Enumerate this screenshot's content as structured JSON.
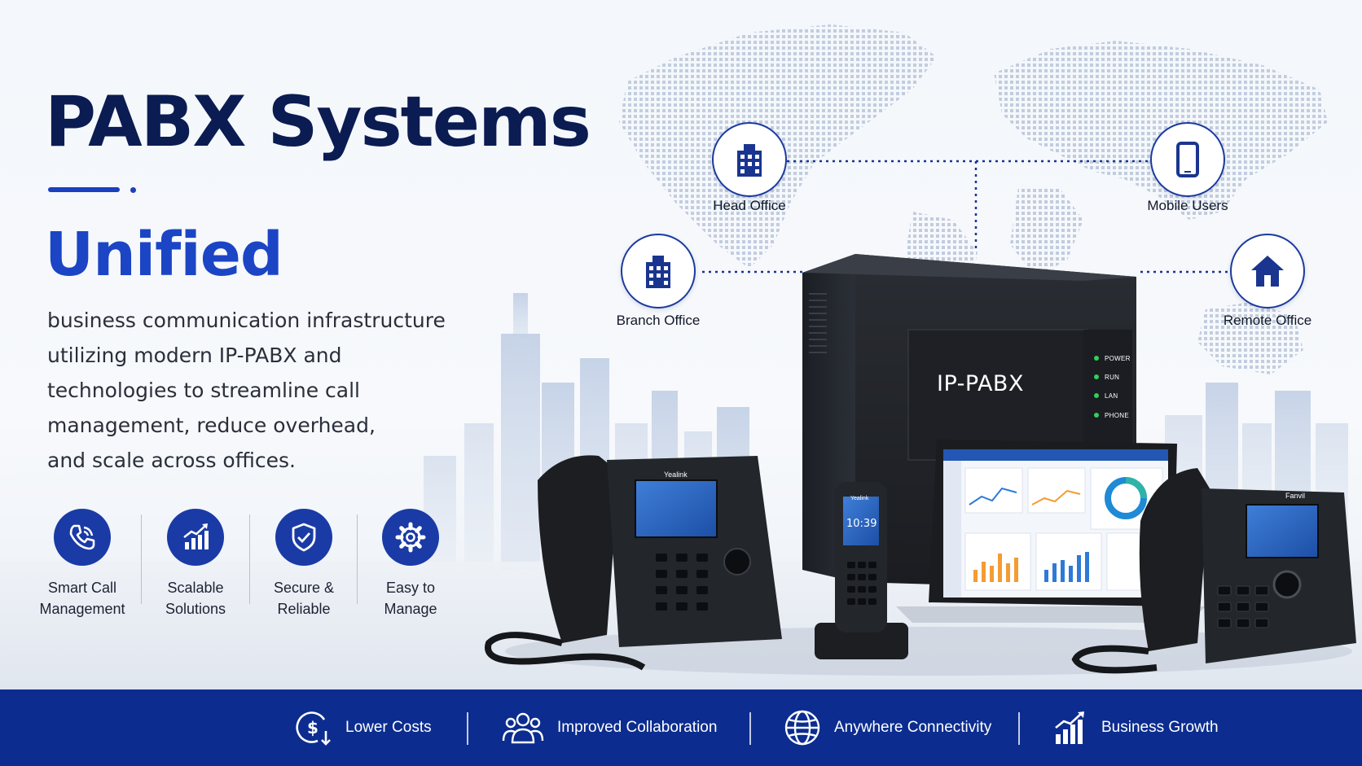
{
  "hero": {
    "title": "PABX Systems",
    "subtitle": "Unified",
    "description_lines": [
      "business communication infrastructure",
      "utilizing modern IP-PABX and",
      "technologies to streamline call",
      "management, reduce overhead,",
      "and scale across offices."
    ]
  },
  "features": [
    {
      "icon": "phone-call-icon",
      "line1": "Smart Call",
      "line2": "Management"
    },
    {
      "icon": "growth-chart-icon",
      "line1": "Scalable",
      "line2": "Solutions"
    },
    {
      "icon": "shield-check-icon",
      "line1": "Secure &",
      "line2": "Reliable"
    },
    {
      "icon": "gear-icon",
      "line1": "Easy to",
      "line2": "Manage"
    }
  ],
  "network": {
    "head_office": "Head Office",
    "mobile_users": "Mobile Users",
    "branch_office": "Branch Office",
    "remote_office": "Remote Office"
  },
  "devices": {
    "pabx_label": "IP-PABX",
    "leds": [
      "POWER",
      "RUN",
      "LAN",
      "PHONE"
    ],
    "phone_brand_left": "Yealink",
    "handset_brand": "Yealink",
    "handset_time": "10:39",
    "phone_brand_right": "Fanvil"
  },
  "benefits": [
    {
      "icon": "dollar-down-icon",
      "label": "Lower Costs"
    },
    {
      "icon": "people-icon",
      "label": "Improved Collaboration"
    },
    {
      "icon": "globe-icon",
      "label": "Anywhere Connectivity"
    },
    {
      "icon": "growth-chart-icon",
      "label": "Business Growth"
    }
  ],
  "colors": {
    "navy": "#0b1c52",
    "accent_blue": "#1b45c5",
    "icon_blue": "#1a3ba6",
    "bar_blue": "#0c2d8f"
  }
}
